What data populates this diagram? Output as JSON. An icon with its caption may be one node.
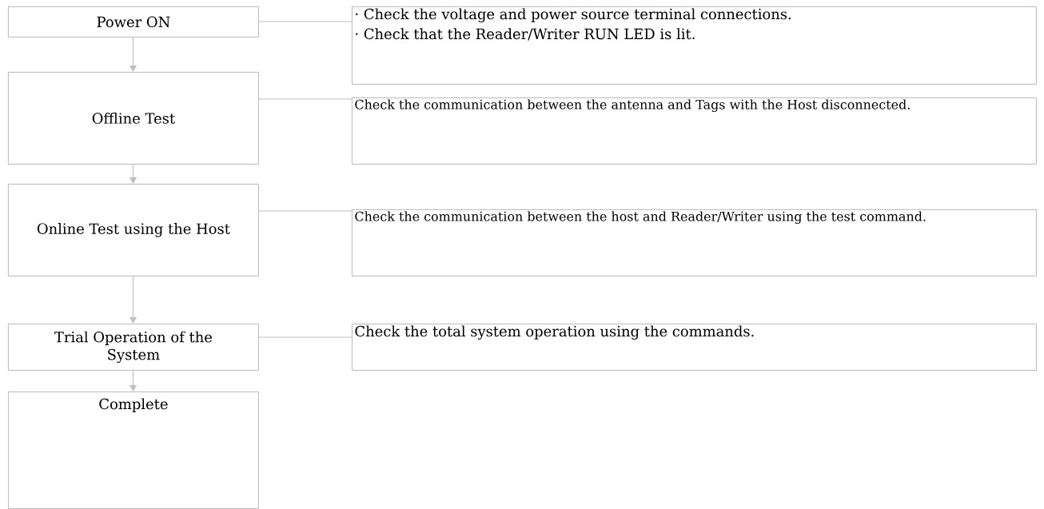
{
  "diagram": {
    "nodes": [
      {
        "text": [
          "Power ON"
        ]
      },
      {
        "text": [
          "Offline Test"
        ]
      },
      {
        "text": [
          "Online Test using the Host"
        ]
      },
      {
        "text": [
          "Trial Operation of the System"
        ]
      },
      {
        "text": [
          "Complete"
        ]
      },
      {
        "text": [
          "· Check the voltage and power source terminal connections.",
          "· Check that the Reader/Writer RUN LED is lit."
        ]
      },
      {
        "text": [
          "Check the communication between the antenna and Tags with the Host disconnected."
        ]
      },
      {
        "text": [
          "Check the communication between the host and Reader/Writer using the test command."
        ]
      },
      {
        "text": [
          "Check the total system operation using the commands."
        ]
      }
    ],
    "edges": [
      {
        "from": 0,
        "to": 1,
        "arrow": "to"
      },
      {
        "from": 1,
        "to": 2,
        "arrow": "to"
      },
      {
        "from": 2,
        "to": 3,
        "arrow": "to"
      },
      {
        "from": 3,
        "to": 4,
        "arrow": "to"
      },
      {
        "from": 0,
        "to": 5,
        "arrow": "none"
      },
      {
        "from": 1,
        "to": 6,
        "arrow": "none"
      },
      {
        "from": 2,
        "to": 7,
        "arrow": "none"
      },
      {
        "from": 3,
        "to": 8,
        "arrow": "none"
      }
    ]
  }
}
